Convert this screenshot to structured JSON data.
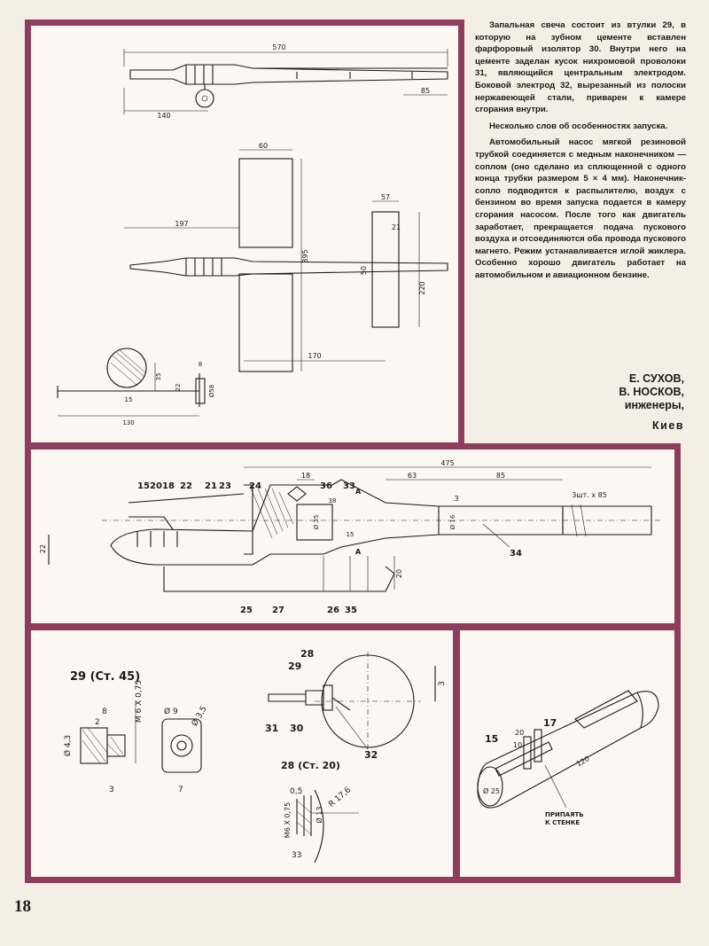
{
  "article": {
    "paragraphs": [
      "Запальная свеча состоит из втулки 29, в которую на зубном цементе вставлен фарфоровый изолятор 30. Внутри него на цементе заделан кусок нихромовой проволоки 31, являющийся центральным электродом. Боковой электрод 32, вырезанный из полоски нержавеющей стали, приварен к камере сгорания внутри.",
      "Несколько слов об особенностях запуска.",
      "Автомобильный насос мягкой резиновой трубкой соединяется с медным наконечником — соплом (оно сделано из сплющенной с одного конца трубки размером 5 × 4 мм). Наконечник-сопло подводится к распылителю, воздух с бензином во время запуска подается в камеру сгорания насосом. После того как двигатель заработает, прекращается подача пускового воздуха и отсоединяются оба провода пускового магнето. Режим устанавливается иглой жиклера. Особенно хорошо двигатель работает на автомобильном и авиационном бензине."
    ]
  },
  "authors": {
    "name1": "Е. СУХОВ,",
    "name2": "В. НОСКОВ,",
    "role": "инженеры,",
    "city": "Киев"
  },
  "page_number": "18",
  "fig1": {
    "dims": {
      "d570": "570",
      "d85": "85",
      "d140": "140",
      "d60": "60",
      "d57": "57",
      "d197": "197",
      "d21": "21",
      "d395": "395",
      "d50": "50",
      "d220": "220",
      "d170": "170",
      "d35": "35",
      "d8": "8",
      "d22": "22",
      "d15": "15",
      "d58": "Ø58",
      "d130": "130"
    }
  },
  "fig2": {
    "callouts": {
      "c15": "15",
      "c20": "20",
      "c18": "18",
      "c22": "22",
      "c21": "21",
      "c23": "23",
      "c24": "24",
      "c36": "36",
      "c33": "33",
      "c34": "34",
      "c25": "25",
      "c27": "27",
      "c26": "26",
      "c35": "35",
      "sectA1": "A",
      "sectA2": "A"
    },
    "dims": {
      "d475": "475",
      "d18": "18",
      "d63": "63",
      "d85": "85",
      "d3": "3",
      "dbolts": "3шт. х 85",
      "d38": "38",
      "d35": "Ø 35",
      "d16": "Ø 16",
      "d15": "15",
      "d22": "22",
      "d20": "20"
    }
  },
  "fig3": {
    "title29": "29 (Ст. 45)",
    "title28": "28 (Ст. 20)",
    "callouts": {
      "c28": "28",
      "c29": "29",
      "c31": "31",
      "c30": "30",
      "c32": "32"
    },
    "dims": {
      "d8": "8",
      "d2": "2",
      "thread": "M 6 X 0,75",
      "d43": "Ø 4,3",
      "d3": "3",
      "d9": "Ø 9",
      "d35": "Ø 3,5",
      "d7": "7",
      "d3b": "3",
      "d05": "0,5",
      "r176": "R 17,6",
      "thread2": "M6 X 0,75",
      "d13": "Ø 13",
      "d33": "33"
    }
  },
  "fig4": {
    "callouts": {
      "c15": "15",
      "c17": "17",
      "d20": "20",
      "d10": "10",
      "d120": "120",
      "d25": "Ø 25",
      "note1": "ПРИПАЯТЬ",
      "note2": "К СТЕНКЕ"
    }
  }
}
